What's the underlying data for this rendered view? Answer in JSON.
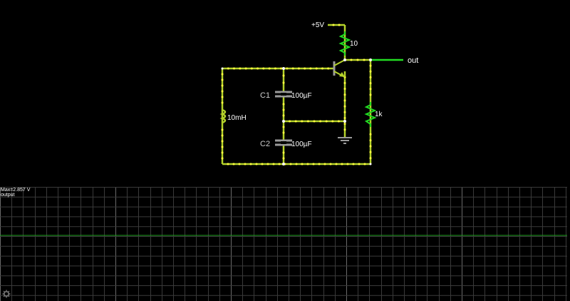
{
  "circuit": {
    "labels": {
      "supply": "+5V",
      "r_top": "10",
      "output": "out",
      "c1_name": "C1",
      "c1_value": "100µF",
      "c2_name": "C2",
      "c2_value": "100µF",
      "inductor_value": "10mH",
      "r_emitter": "1k"
    },
    "colors": {
      "wire_active": "#b4d22a",
      "wire_dot": "#ffff40",
      "wire_bright": "#22dd22",
      "component_gray": "#9a9a9a"
    }
  },
  "scope": {
    "max_label": "Max=2.857 V",
    "channel_label": "output",
    "trace_color": "#1e9e1e",
    "grid_color": "#3a3a3a",
    "major_grid_color": "#6a6a6a",
    "settings_icon": "gear-icon"
  }
}
